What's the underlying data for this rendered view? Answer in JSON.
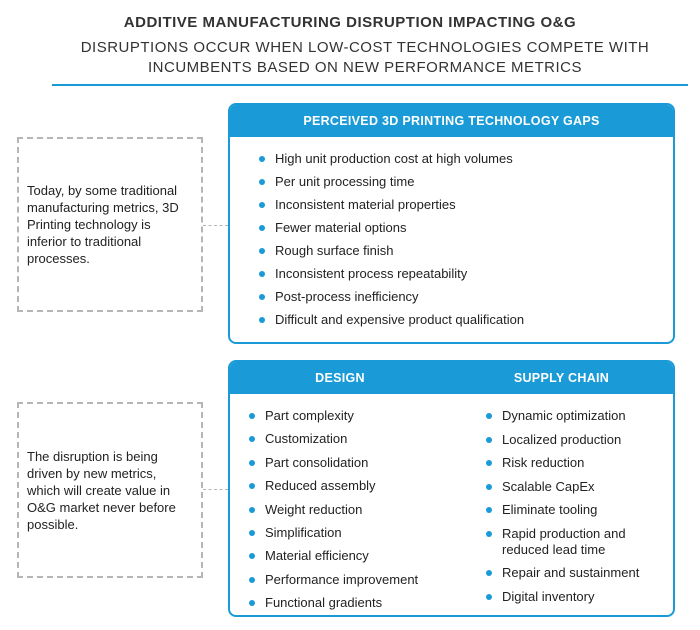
{
  "header": {
    "title": "ADDITIVE MANUFACTURING DISRUPTION IMPACTING O&G",
    "subtitle": "DISRUPTIONS OCCUR WHEN LOW-COST TECHNOLOGIES COMPETE WITH INCUMBENTS BASED ON NEW PERFORMANCE METRICS"
  },
  "notes": {
    "top": "Today, by some traditional manufacturing metrics, 3D Printing technology is inferior to traditional processes.",
    "bottom": "The disruption is being driven by new metrics, which will create value in O&G market never before possible."
  },
  "gaps_panel": {
    "heading": "PERCEIVED 3D PRINTING TECHNOLOGY GAPS",
    "items": [
      "High unit production cost at high volumes",
      "Per unit processing time",
      "Inconsistent material properties",
      "Fewer material options",
      "Rough surface finish",
      "Inconsistent process repeatability",
      "Post-process inefficiency",
      "Difficult and expensive product qualification"
    ]
  },
  "design_panel": {
    "heading": "DESIGN",
    "items": [
      "Part complexity",
      "Customization",
      "Part consolidation",
      "Reduced assembly",
      "Weight reduction",
      "Simplification",
      "Material efficiency",
      "Performance improvement",
      "Functional gradients"
    ]
  },
  "supply_panel": {
    "heading": "SUPPLY CHAIN",
    "items": [
      "Dynamic optimization",
      "Localized production",
      "Risk reduction",
      "Scalable CapEx",
      "Eliminate tooling",
      "Rapid production and reduced lead time",
      "Repair and sustainment",
      "Digital inventory"
    ]
  },
  "colors": {
    "accent": "#1a9bd7",
    "dashed_border": "#b5b5b5"
  }
}
